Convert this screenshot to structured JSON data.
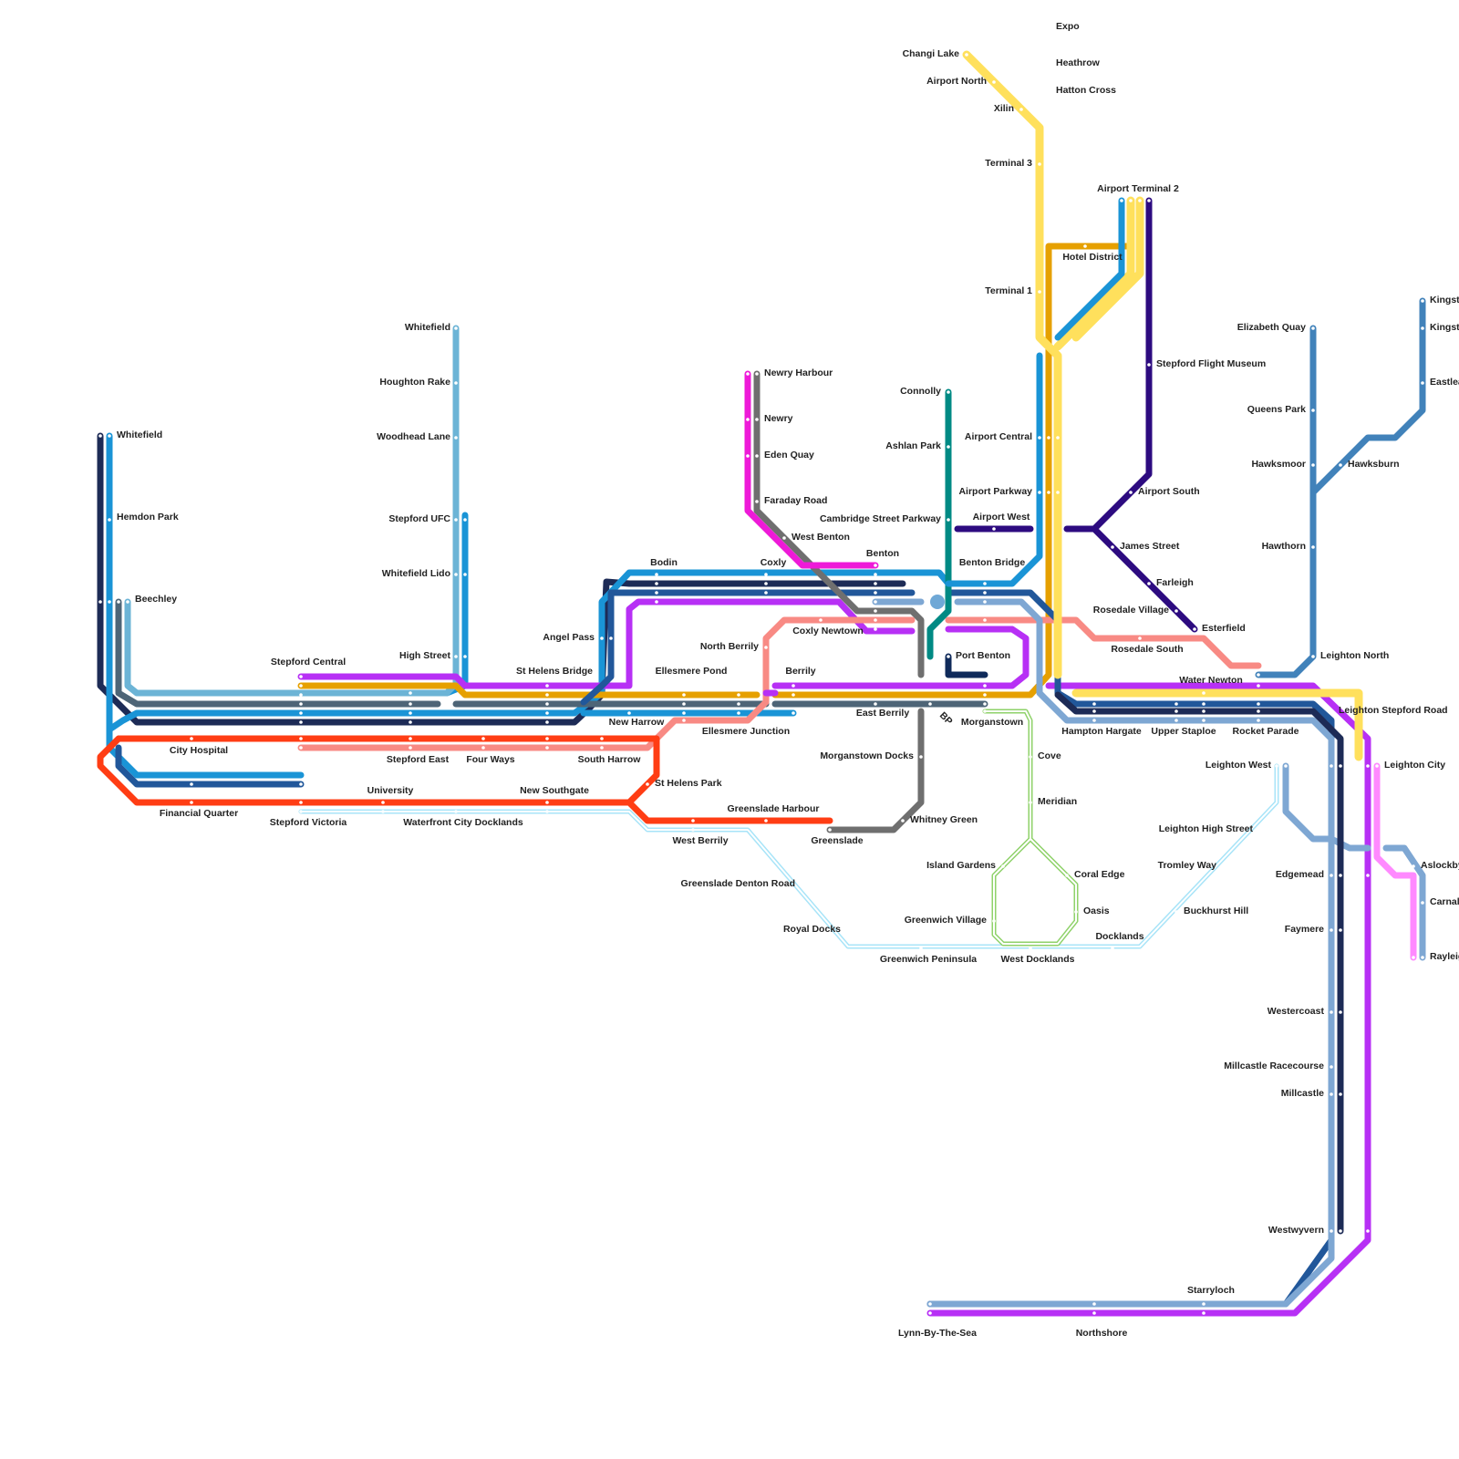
{
  "map_title": "",
  "colors": {
    "navy": "#1d2b56",
    "blue": "#1a94d6",
    "lightblue": "#6cb4d6",
    "slate": "#4e6577",
    "orange": "#e6a000",
    "magenta": "#b730f5",
    "salmon": "#f88a84",
    "red": "#ff3d14",
    "darkblue": "#21579a",
    "grey": "#6f6f6f",
    "pink": "#ee1ad8",
    "teal": "#008a84",
    "yellow": "#ffe05c",
    "indigo": "#2d0b80",
    "steel": "#4182ba",
    "paleblue": "#7ea7d3",
    "green": "#8fd26a",
    "sky": "#a8e4f8",
    "lightpink": "#ff8aff",
    "navydark": "#0f2a5a"
  },
  "stations": [
    {
      "id": "whitefield-w",
      "name": "Whitefield"
    },
    {
      "id": "hemdon-park",
      "name": "Hemdon Park"
    },
    {
      "id": "beechley",
      "name": "Beechley"
    },
    {
      "id": "whitefield-n",
      "name": "Whitefield"
    },
    {
      "id": "houghton-rake",
      "name": "Houghton Rake"
    },
    {
      "id": "woodhead-lane",
      "name": "Woodhead Lane"
    },
    {
      "id": "stepford-ufc",
      "name": "Stepford UFC"
    },
    {
      "id": "whitefield-lido",
      "name": "Whitefield Lido"
    },
    {
      "id": "high-street",
      "name": "High Street"
    },
    {
      "id": "stepford-central",
      "name": "Stepford Central"
    },
    {
      "id": "st-helens-bridge",
      "name": "St Helens Bridge"
    },
    {
      "id": "city-hospital",
      "name": "City Hospital"
    },
    {
      "id": "stepford-east",
      "name": "Stepford East"
    },
    {
      "id": "four-ways",
      "name": "Four Ways"
    },
    {
      "id": "south-harrow",
      "name": "South Harrow"
    },
    {
      "id": "financial-quarter",
      "name": "Financial Quarter"
    },
    {
      "id": "stepford-victoria",
      "name": "Stepford Victoria"
    },
    {
      "id": "university",
      "name": "University"
    },
    {
      "id": "waterfront-city-docklands",
      "name": "Waterfront City Docklands"
    },
    {
      "id": "new-southgate",
      "name": "New Southgate"
    },
    {
      "id": "st-helens-park",
      "name": "St Helens Park"
    },
    {
      "id": "west-berrily",
      "name": "West Berrily"
    },
    {
      "id": "greenslade-harbour",
      "name": "Greenslade Harbour"
    },
    {
      "id": "greenslade",
      "name": "Greenslade"
    },
    {
      "id": "greenslade-denton-road",
      "name": "Greenslade Denton Road"
    },
    {
      "id": "royal-docks",
      "name": "Royal Docks"
    },
    {
      "id": "greenwich-peninsula",
      "name": "Greenwich Peninsula"
    },
    {
      "id": "west-docklands",
      "name": "West Docklands"
    },
    {
      "id": "docklands",
      "name": "Docklands"
    },
    {
      "id": "angel-pass",
      "name": "Angel Pass"
    },
    {
      "id": "bodin",
      "name": "Bodin"
    },
    {
      "id": "coxly",
      "name": "Coxly"
    },
    {
      "id": "ellesmere-pond",
      "name": "Ellesmere Pond"
    },
    {
      "id": "new-harrow",
      "name": "New Harrow"
    },
    {
      "id": "ellesmere-junction",
      "name": "Ellesmere Junction"
    },
    {
      "id": "north-berrily",
      "name": "North Berrily"
    },
    {
      "id": "berrily",
      "name": "Berrily"
    },
    {
      "id": "coxly-newtown",
      "name": "Coxly Newtown"
    },
    {
      "id": "east-berrily",
      "name": "East Berrily"
    },
    {
      "id": "newry-harbour",
      "name": "Newry Harbour"
    },
    {
      "id": "newry",
      "name": "Newry"
    },
    {
      "id": "eden-quay",
      "name": "Eden Quay"
    },
    {
      "id": "faraday-road",
      "name": "Faraday Road"
    },
    {
      "id": "west-benton",
      "name": "West Benton"
    },
    {
      "id": "benton",
      "name": "Benton"
    },
    {
      "id": "connolly",
      "name": "Connolly"
    },
    {
      "id": "ashlan-park",
      "name": "Ashlan Park"
    },
    {
      "id": "cambridge-street-parkway",
      "name": "Cambridge Street Parkway"
    },
    {
      "id": "airport-west",
      "name": "Airport West"
    },
    {
      "id": "benton-bridge",
      "name": "Benton Bridge"
    },
    {
      "id": "port-benton",
      "name": "Port Benton"
    },
    {
      "id": "morganstown",
      "name": "Morganstown"
    },
    {
      "id": "morganstown-docks",
      "name": "Morganstown Docks"
    },
    {
      "id": "whitney-green",
      "name": "Whitney Green"
    },
    {
      "id": "cove",
      "name": "Cove"
    },
    {
      "id": "meridian",
      "name": "Meridian"
    },
    {
      "id": "island-gardens",
      "name": "Island Gardens"
    },
    {
      "id": "coral-edge",
      "name": "Coral Edge"
    },
    {
      "id": "greenwich-village",
      "name": "Greenwich Village"
    },
    {
      "id": "oasis",
      "name": "Oasis"
    },
    {
      "id": "changi-lake",
      "name": "Changi Lake"
    },
    {
      "id": "airport-north",
      "name": "Airport North"
    },
    {
      "id": "xilin",
      "name": "Xilin"
    },
    {
      "id": "terminal-3",
      "name": "Terminal 3"
    },
    {
      "id": "terminal-1",
      "name": "Terminal 1"
    },
    {
      "id": "expo",
      "name": "Expo"
    },
    {
      "id": "heathrow",
      "name": "Heathrow"
    },
    {
      "id": "hatton-cross",
      "name": "Hatton Cross"
    },
    {
      "id": "hotel-district",
      "name": "Hotel District"
    },
    {
      "id": "airport-terminal-2",
      "name": "Airport Terminal 2"
    },
    {
      "id": "airport-central",
      "name": "Airport Central"
    },
    {
      "id": "airport-parkway",
      "name": "Airport Parkway"
    },
    {
      "id": "stepford-flight-museum",
      "name": "Stepford Flight Museum"
    },
    {
      "id": "airport-south",
      "name": "Airport South"
    },
    {
      "id": "james-street",
      "name": "James Street"
    },
    {
      "id": "farleigh",
      "name": "Farleigh"
    },
    {
      "id": "rosedale-village",
      "name": "Rosedale Village"
    },
    {
      "id": "esterfield",
      "name": "Esterfield"
    },
    {
      "id": "rosedale-south",
      "name": "Rosedale South"
    },
    {
      "id": "water-newton",
      "name": "Water Newton"
    },
    {
      "id": "hampton-hargate",
      "name": "Hampton Hargate"
    },
    {
      "id": "upper-staploe",
      "name": "Upper Staploe"
    },
    {
      "id": "rocket-parade",
      "name": "Rocket Parade"
    },
    {
      "id": "elizabeth-quay",
      "name": "Elizabeth Quay"
    },
    {
      "id": "queens-park",
      "name": "Queens Park"
    },
    {
      "id": "hawksmoor",
      "name": "Hawksmoor"
    },
    {
      "id": "hawksburn",
      "name": "Hawksburn"
    },
    {
      "id": "hawthorn",
      "name": "Hawthorn"
    },
    {
      "id": "leighton-north",
      "name": "Leighton North"
    },
    {
      "id": "kingston-1",
      "name": "Kingsto"
    },
    {
      "id": "kingston-2",
      "name": "Kingsto"
    },
    {
      "id": "eastleigh",
      "name": "Eastlea"
    },
    {
      "id": "leighton-stepford-road",
      "name": "Leighton Stepford Road"
    },
    {
      "id": "leighton-west",
      "name": "Leighton West"
    },
    {
      "id": "leighton-city",
      "name": "Leighton City"
    },
    {
      "id": "leighton-high-street",
      "name": "Leighton High Street"
    },
    {
      "id": "tromley-way",
      "name": "Tromley Way"
    },
    {
      "id": "buckhurst-hill",
      "name": "Buckhurst Hill"
    },
    {
      "id": "edgemead",
      "name": "Edgemead"
    },
    {
      "id": "faymere",
      "name": "Faymere"
    },
    {
      "id": "westercoast",
      "name": "Westercoast"
    },
    {
      "id": "millcastle-racecourse",
      "name": "Millcastle Racecourse"
    },
    {
      "id": "millcastle",
      "name": "Millcastle"
    },
    {
      "id": "westwyvern",
      "name": "Westwyvern"
    },
    {
      "id": "aslockby",
      "name": "Aslockby"
    },
    {
      "id": "carnale",
      "name": "Carnale"
    },
    {
      "id": "rayleigh",
      "name": "Rayleig"
    },
    {
      "id": "starryloch",
      "name": "Starryloch"
    },
    {
      "id": "lynn-by-the-sea",
      "name": "Lynn-By-The-Sea"
    },
    {
      "id": "northshore",
      "name": "Northshore"
    },
    {
      "id": "bp",
      "name": "BP"
    }
  ]
}
